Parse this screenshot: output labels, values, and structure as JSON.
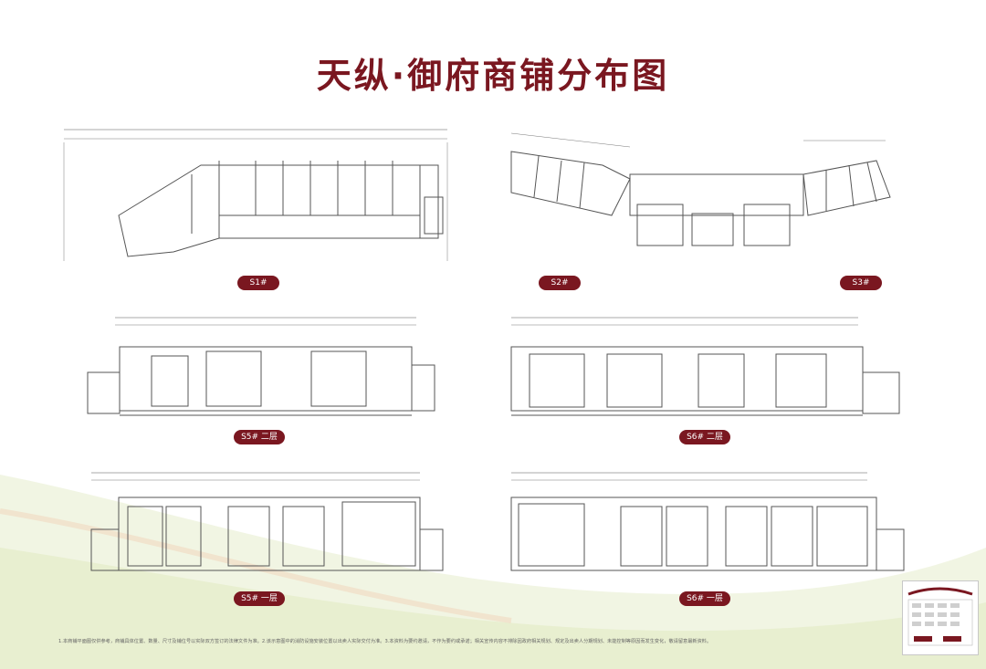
{
  "title": "天纵·御府商铺分布图",
  "plans": {
    "s1": "S1#",
    "s2": "S2#",
    "s3": "S3#",
    "s5_2f": "S5# 二层",
    "s6_2f": "S6# 二层",
    "s5_1f": "S5# 一层",
    "s6_1f": "S6# 一层"
  },
  "notes": "1.本商铺平面图仅供参考，商铺具体位置、数量、尺寸及铺位号以实际双方签订的法律文件为准。2.该示意图中的消防设施安装位置以出卖人实际交付为准。3.本资料为要约邀请，不作为要约或承诺；相关宣传内容不排除因政府相关规划、规定及出卖人分期规划、未能控制等原因而发生变化，敬请留意最新资料。",
  "colors": {
    "accent": "#7a1720",
    "line": "#555555",
    "wave": "#e6edd0"
  }
}
